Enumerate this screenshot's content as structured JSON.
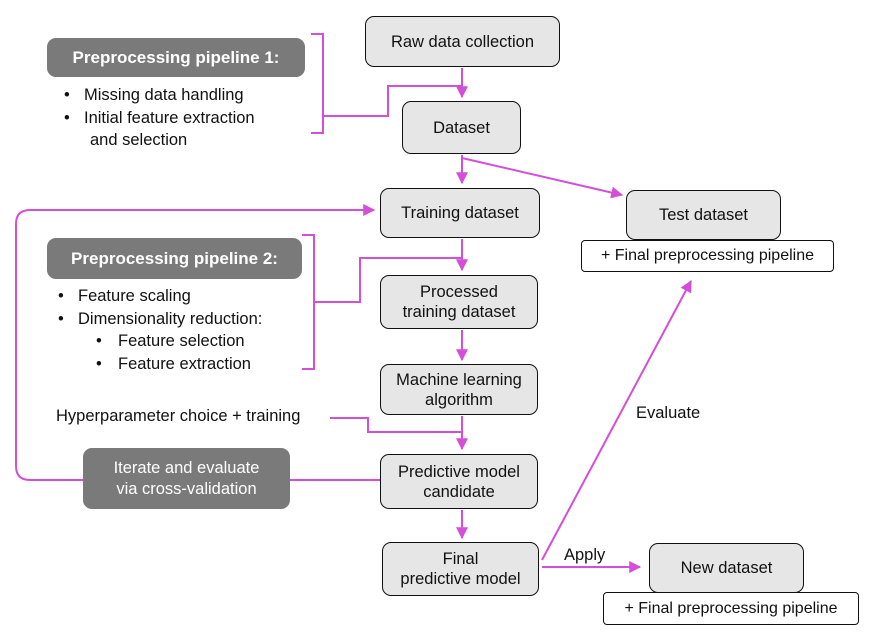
{
  "accent_color": "#d44ed9",
  "boxes": {
    "raw_data": "Raw data collection",
    "dataset": "Dataset",
    "training_dataset": "Training dataset",
    "processed_training": "Processed\ntraining dataset",
    "ml_algorithm": "Machine learning\nalgorithm",
    "predictive_candidate": "Predictive model\ncandidate",
    "final_model": "Final\npredictive model",
    "test_dataset": "Test dataset",
    "new_dataset": "New dataset"
  },
  "final_pipeline_test": "+ Final preprocessing pipeline",
  "final_pipeline_new": "+ Final preprocessing pipeline",
  "pipeline1": {
    "title": "Preprocessing  pipeline 1:",
    "items": [
      "Missing data handling",
      "Initial feature extraction",
      "and selection"
    ]
  },
  "pipeline2": {
    "title": "Preprocessing pipeline 2:",
    "items": [
      "Feature scaling",
      "Dimensionality reduction:"
    ],
    "subitems": [
      "Feature selection",
      "Feature extraction"
    ]
  },
  "hyperparameter": "Hyperparameter choice + training",
  "iterate": "Iterate and evaluate\nvia cross-validation",
  "labels": {
    "evaluate": "Evaluate",
    "apply": "Apply"
  }
}
